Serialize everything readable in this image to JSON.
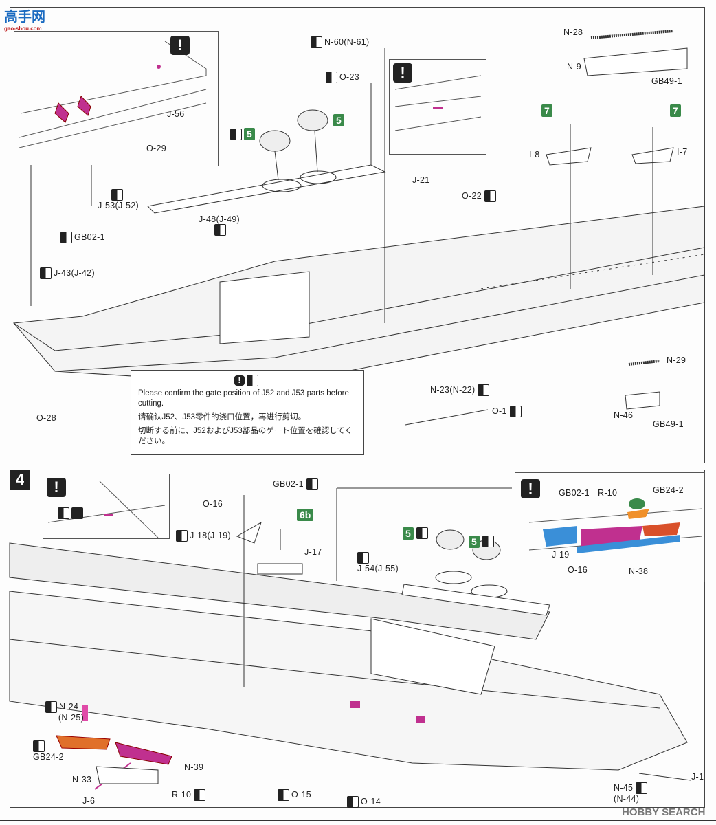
{
  "logo": {
    "text": "高手网",
    "sub": "gao-shou.com"
  },
  "step3": {
    "labels": {
      "n60": "N-60(N-61)",
      "o23": "O-23",
      "n28": "N-28",
      "n9": "N-9",
      "gb49_1a": "GB49-1",
      "i8": "I-8",
      "i7": "I-7",
      "j56": "J-56",
      "o29": "O-29",
      "j21": "J-21",
      "o22": "O-22",
      "j53": "J-53(J-52)",
      "j48": "J-48(J-49)",
      "gb02": "GB02-1",
      "j43": "J-43(J-42)",
      "n29": "N-29",
      "n46": "N-46",
      "gb49_1b": "GB49-1",
      "n23": "N-23(N-22)",
      "o1": "O-1",
      "o28": "O-28"
    },
    "badges": {
      "turret_a": "5",
      "turret_b": "5",
      "crane_a": "7",
      "crane_b": "7"
    },
    "note": {
      "en": "Please confirm the gate position of J52 and J53 parts before cutting.",
      "zh": "请确认J52、J53零件的浇口位置，再进行剪切。",
      "ja": "切断する前に、J52およびJ53部品のゲート位置を確認してください。"
    }
  },
  "step4": {
    "number": "4",
    "labels": {
      "gb02": "GB02-1",
      "o16": "O-16",
      "j18": "J-18(J-19)",
      "j17": "J-17",
      "j54": "J-54(J-55)",
      "n24": "N-24",
      "n25": "(N-25)",
      "gb24": "GB24-2",
      "n39": "N-39",
      "n33": "N-33",
      "r10": "R-10",
      "j6": "J-6",
      "o15": "O-15",
      "o14": "O-14",
      "j1": "J-1",
      "n45": "N-45",
      "n44": "(N-44)"
    },
    "badges": {
      "b6b": "6b",
      "turret_a": "5",
      "turret_b": "5"
    },
    "inset": {
      "gb02": "GB02-1",
      "r10": "R-10",
      "gb24": "GB24-2",
      "j19": "J-19",
      "o16": "O-16",
      "n38": "N-38"
    }
  },
  "exclamation": "!",
  "watermark": "HOBBY SEARCH",
  "colors": {
    "highlight_magenta": "#c0308f",
    "highlight_blue": "#3a8fd8",
    "highlight_orange": "#e0702a",
    "highlight_green": "#3a8a4a"
  }
}
